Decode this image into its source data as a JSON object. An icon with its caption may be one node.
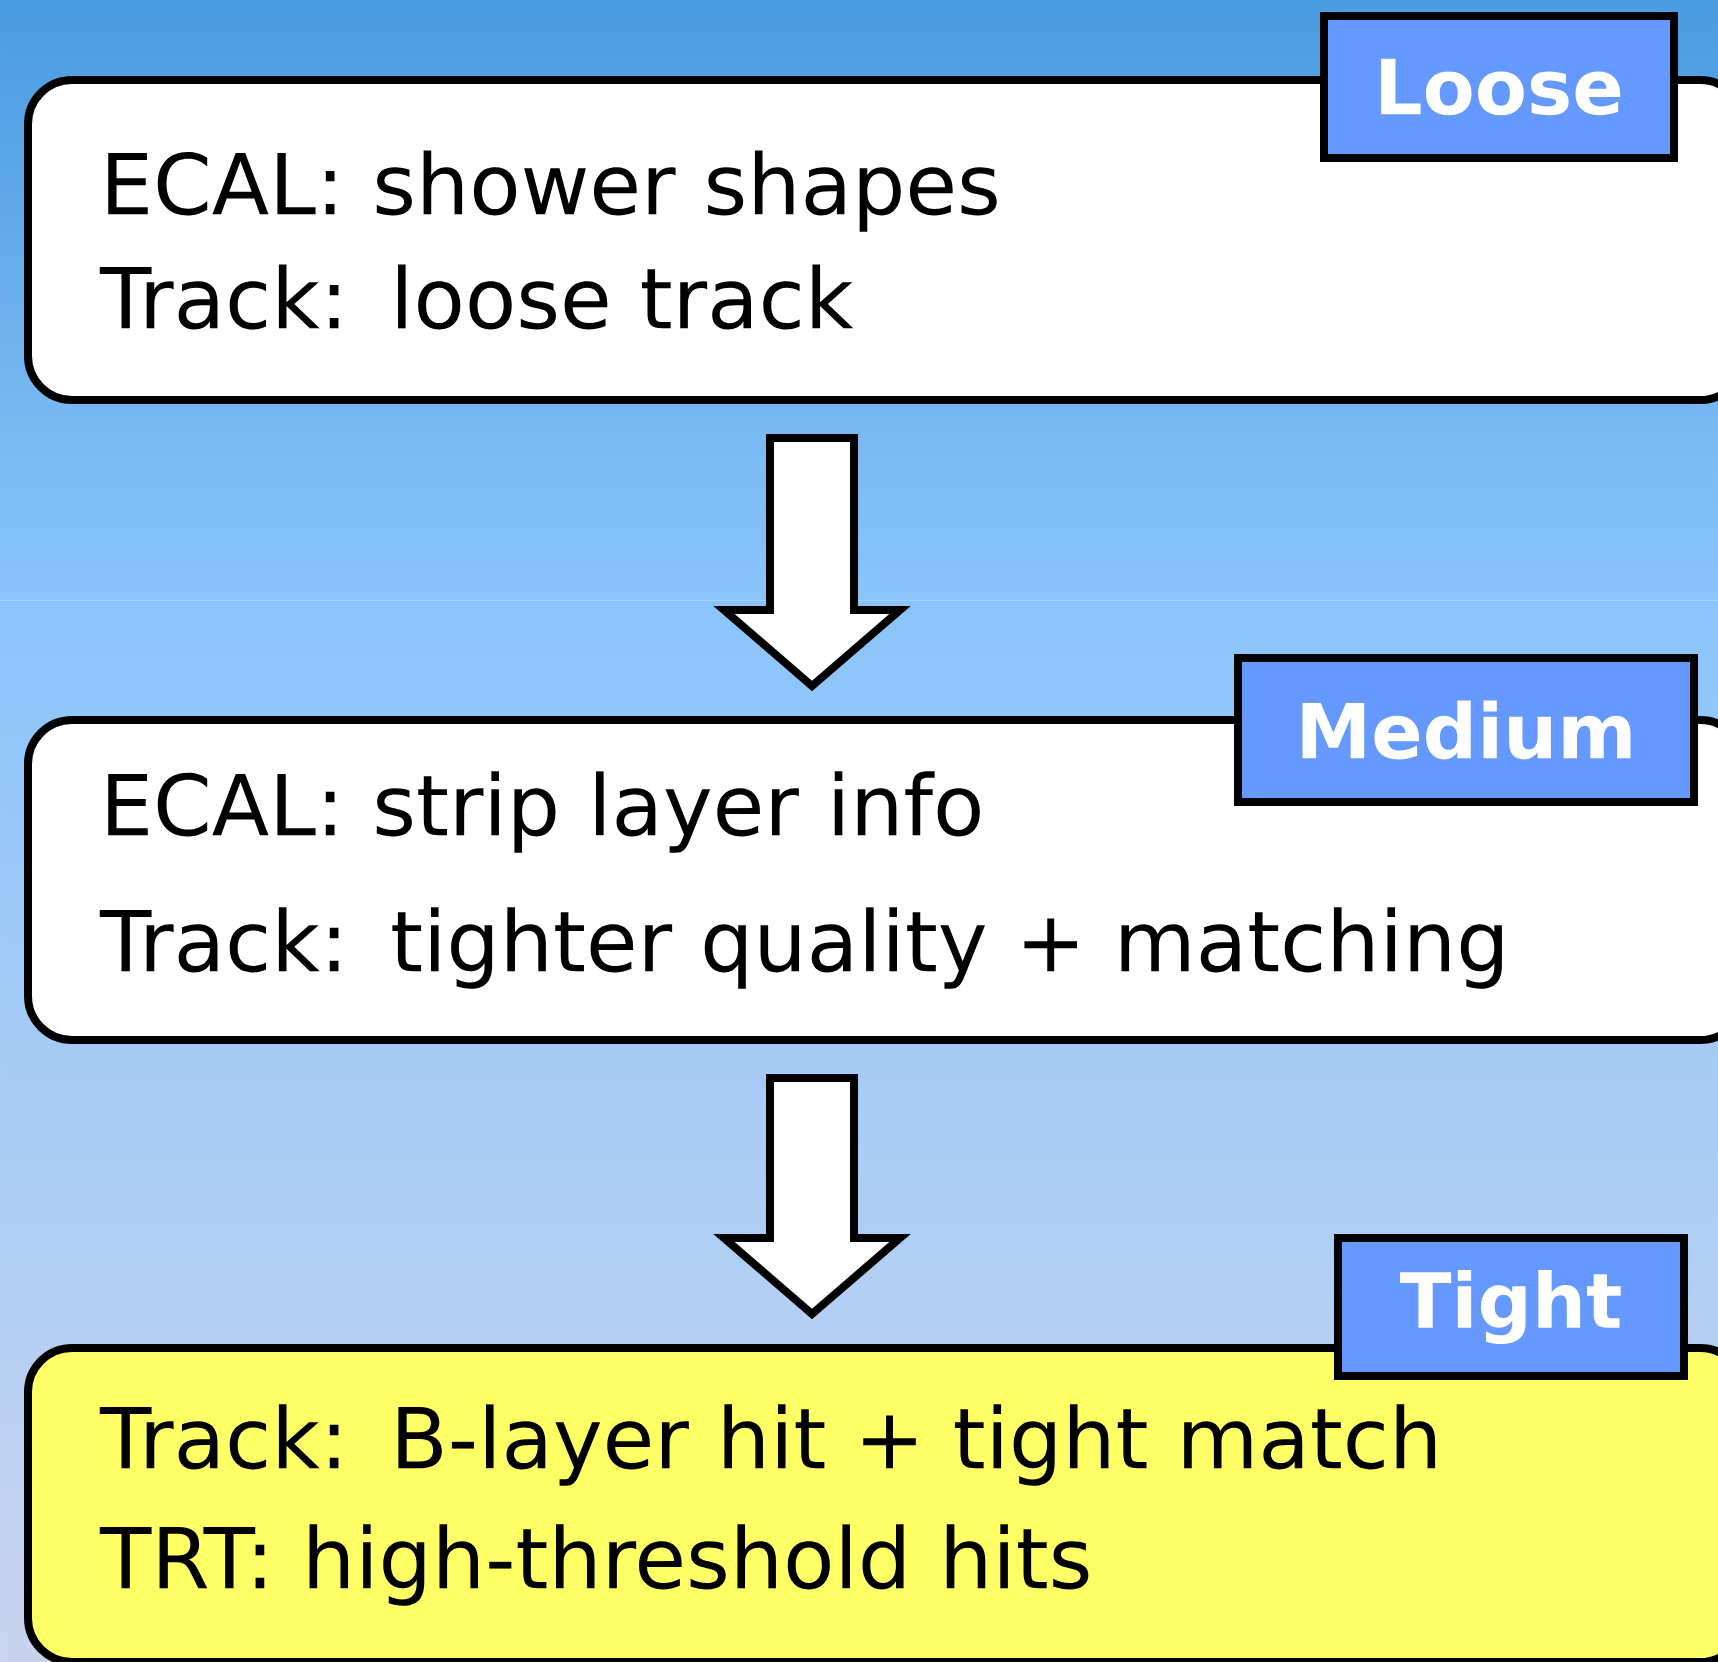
{
  "diagram": {
    "nodes": [
      {
        "text": [
          "Loose",
          "ECAL: shower shapes",
          "Track: loose track"
        ]
      },
      {
        "text": [
          "Medium",
          "ECAL: strip layer info",
          "Track: tighter quality + matching"
        ]
      },
      {
        "text": [
          "Tight",
          "Track: B-layer hit + tight match",
          "TRT:   high-threshold hits"
        ]
      }
    ],
    "edges": [
      {
        "from": 0,
        "to": 1,
        "arrow": "to"
      },
      {
        "from": 1,
        "to": 2,
        "arrow": "to"
      }
    ]
  }
}
